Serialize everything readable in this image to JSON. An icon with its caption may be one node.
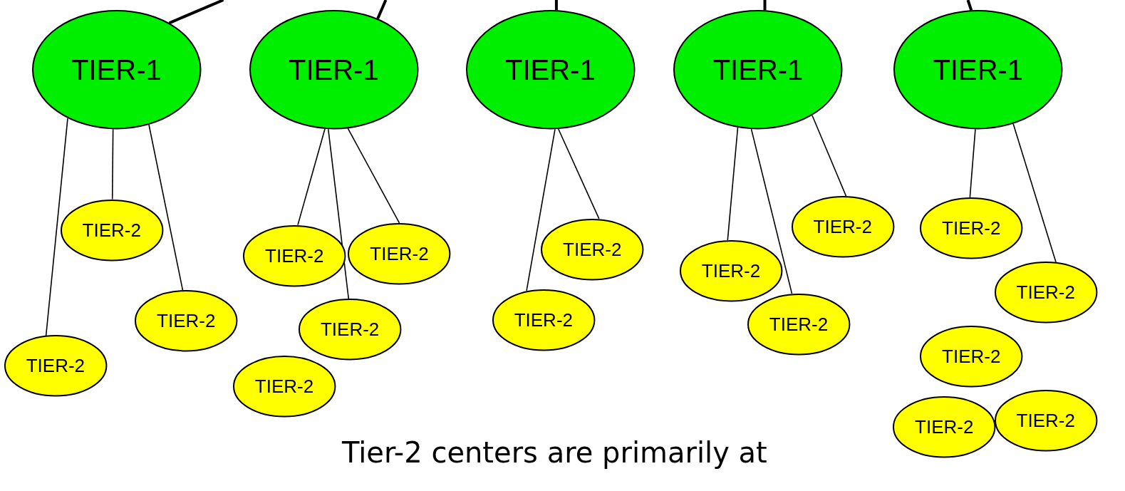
{
  "diagram": {
    "nodes": [
      {
        "text": [
          "TIER-1"
        ]
      },
      {
        "text": [
          "TIER-1"
        ]
      },
      {
        "text": [
          "TIER-1"
        ]
      },
      {
        "text": [
          "TIER-1"
        ]
      },
      {
        "text": [
          "TIER-1"
        ]
      },
      {
        "text": [
          "TIER-2"
        ]
      },
      {
        "text": [
          "TIER-2"
        ]
      },
      {
        "text": [
          "TIER-2"
        ]
      },
      {
        "text": [
          "TIER-2"
        ]
      },
      {
        "text": [
          "TIER-2"
        ]
      },
      {
        "text": [
          "TIER-2"
        ]
      },
      {
        "text": [
          "TIER-2"
        ]
      },
      {
        "text": [
          "TIER-2"
        ]
      },
      {
        "text": [
          "TIER-2"
        ]
      },
      {
        "text": [
          "TIER-2"
        ]
      },
      {
        "text": [
          "TIER-2"
        ]
      },
      {
        "text": [
          "TIER-2"
        ]
      },
      {
        "text": [
          "TIER-2"
        ]
      },
      {
        "text": [
          "TIER-2"
        ]
      },
      {
        "text": [
          "TIER-2"
        ]
      },
      {
        "text": [
          "TIER-2"
        ]
      },
      {
        "text": [
          "TIER-2"
        ]
      }
    ],
    "edges": [
      {
        "from": null,
        "to": 0,
        "arrow": "none",
        "style": "thick"
      },
      {
        "from": null,
        "to": 1,
        "arrow": "none",
        "style": "thick"
      },
      {
        "from": null,
        "to": 2,
        "arrow": "none",
        "style": "thick"
      },
      {
        "from": null,
        "to": 3,
        "arrow": "none",
        "style": "thick"
      },
      {
        "from": null,
        "to": 4,
        "arrow": "none",
        "style": "thick"
      },
      {
        "from": 0,
        "to": 5,
        "arrow": "none"
      },
      {
        "from": 0,
        "to": 7,
        "arrow": "none"
      },
      {
        "from": 0,
        "to": 6,
        "arrow": "none"
      },
      {
        "from": 1,
        "to": 8,
        "arrow": "none"
      },
      {
        "from": 1,
        "to": 10,
        "arrow": "none"
      },
      {
        "from": 1,
        "to": 9,
        "arrow": "none"
      },
      {
        "from": 2,
        "to": 12,
        "arrow": "none"
      },
      {
        "from": 2,
        "to": 13,
        "arrow": "none"
      },
      {
        "from": 3,
        "to": 15,
        "arrow": "none"
      },
      {
        "from": 3,
        "to": 14,
        "arrow": "none"
      },
      {
        "from": 3,
        "to": 16,
        "arrow": "none"
      },
      {
        "from": 4,
        "to": 17,
        "arrow": "none"
      },
      {
        "from": 4,
        "to": 18,
        "arrow": "none"
      }
    ],
    "labels": [
      "Tier-2 centers are primarily at"
    ]
  }
}
